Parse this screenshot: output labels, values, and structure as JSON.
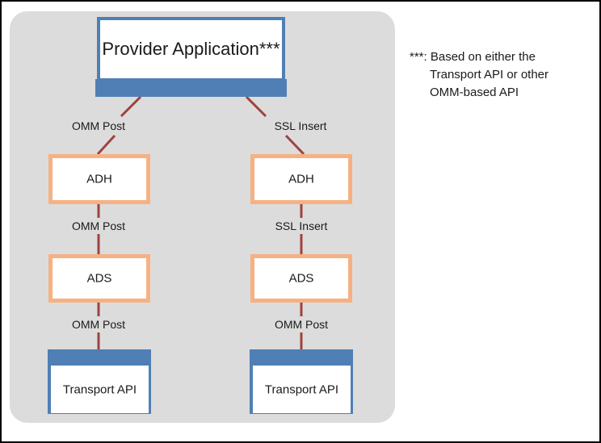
{
  "diagram": {
    "title_node": {
      "label": "Provider Application***"
    },
    "columns": [
      {
        "name": "omm-post-column",
        "nodes": [
          {
            "id": "adh-left",
            "label": "ADH",
            "style": "orange"
          },
          {
            "id": "ads-left",
            "label": "ADS",
            "style": "orange"
          },
          {
            "id": "transport-api-left",
            "label": "Transport API",
            "style": "blue-slab"
          }
        ],
        "edge_labels": [
          "OMM Post",
          "OMM Post",
          "OMM Post"
        ]
      },
      {
        "name": "ssl-insert-column",
        "nodes": [
          {
            "id": "adh-right",
            "label": "ADH",
            "style": "orange"
          },
          {
            "id": "ads-right",
            "label": "ADS",
            "style": "orange"
          },
          {
            "id": "transport-api-right",
            "label": "Transport API",
            "style": "blue-slab"
          }
        ],
        "edge_labels": [
          "SSL Insert",
          "SSL Insert",
          "OMM Post"
        ]
      }
    ],
    "edges": [
      {
        "id": "edge-provider-adh-left",
        "label": "OMM Post"
      },
      {
        "id": "edge-provider-adh-right",
        "label": "SSL Insert"
      },
      {
        "id": "edge-adh-ads-left",
        "label": "OMM Post"
      },
      {
        "id": "edge-adh-ads-right",
        "label": "SSL Insert"
      },
      {
        "id": "edge-ads-transport-left",
        "label": "OMM Post"
      },
      {
        "id": "edge-ads-transport-right",
        "label": "OMM Post"
      }
    ]
  },
  "footnote": {
    "line1": "***: Based on either the",
    "line2": "Transport API or other",
    "line3": "OMM-based API"
  },
  "colors": {
    "panel_background": "#dcdcdc",
    "page_background": "#ffffff",
    "frame_border": "#000000",
    "blue_accent": "#4f7fb4",
    "orange_border": "#f6b183",
    "connector_line": "#a0423c",
    "text": "#1a1a1a"
  }
}
